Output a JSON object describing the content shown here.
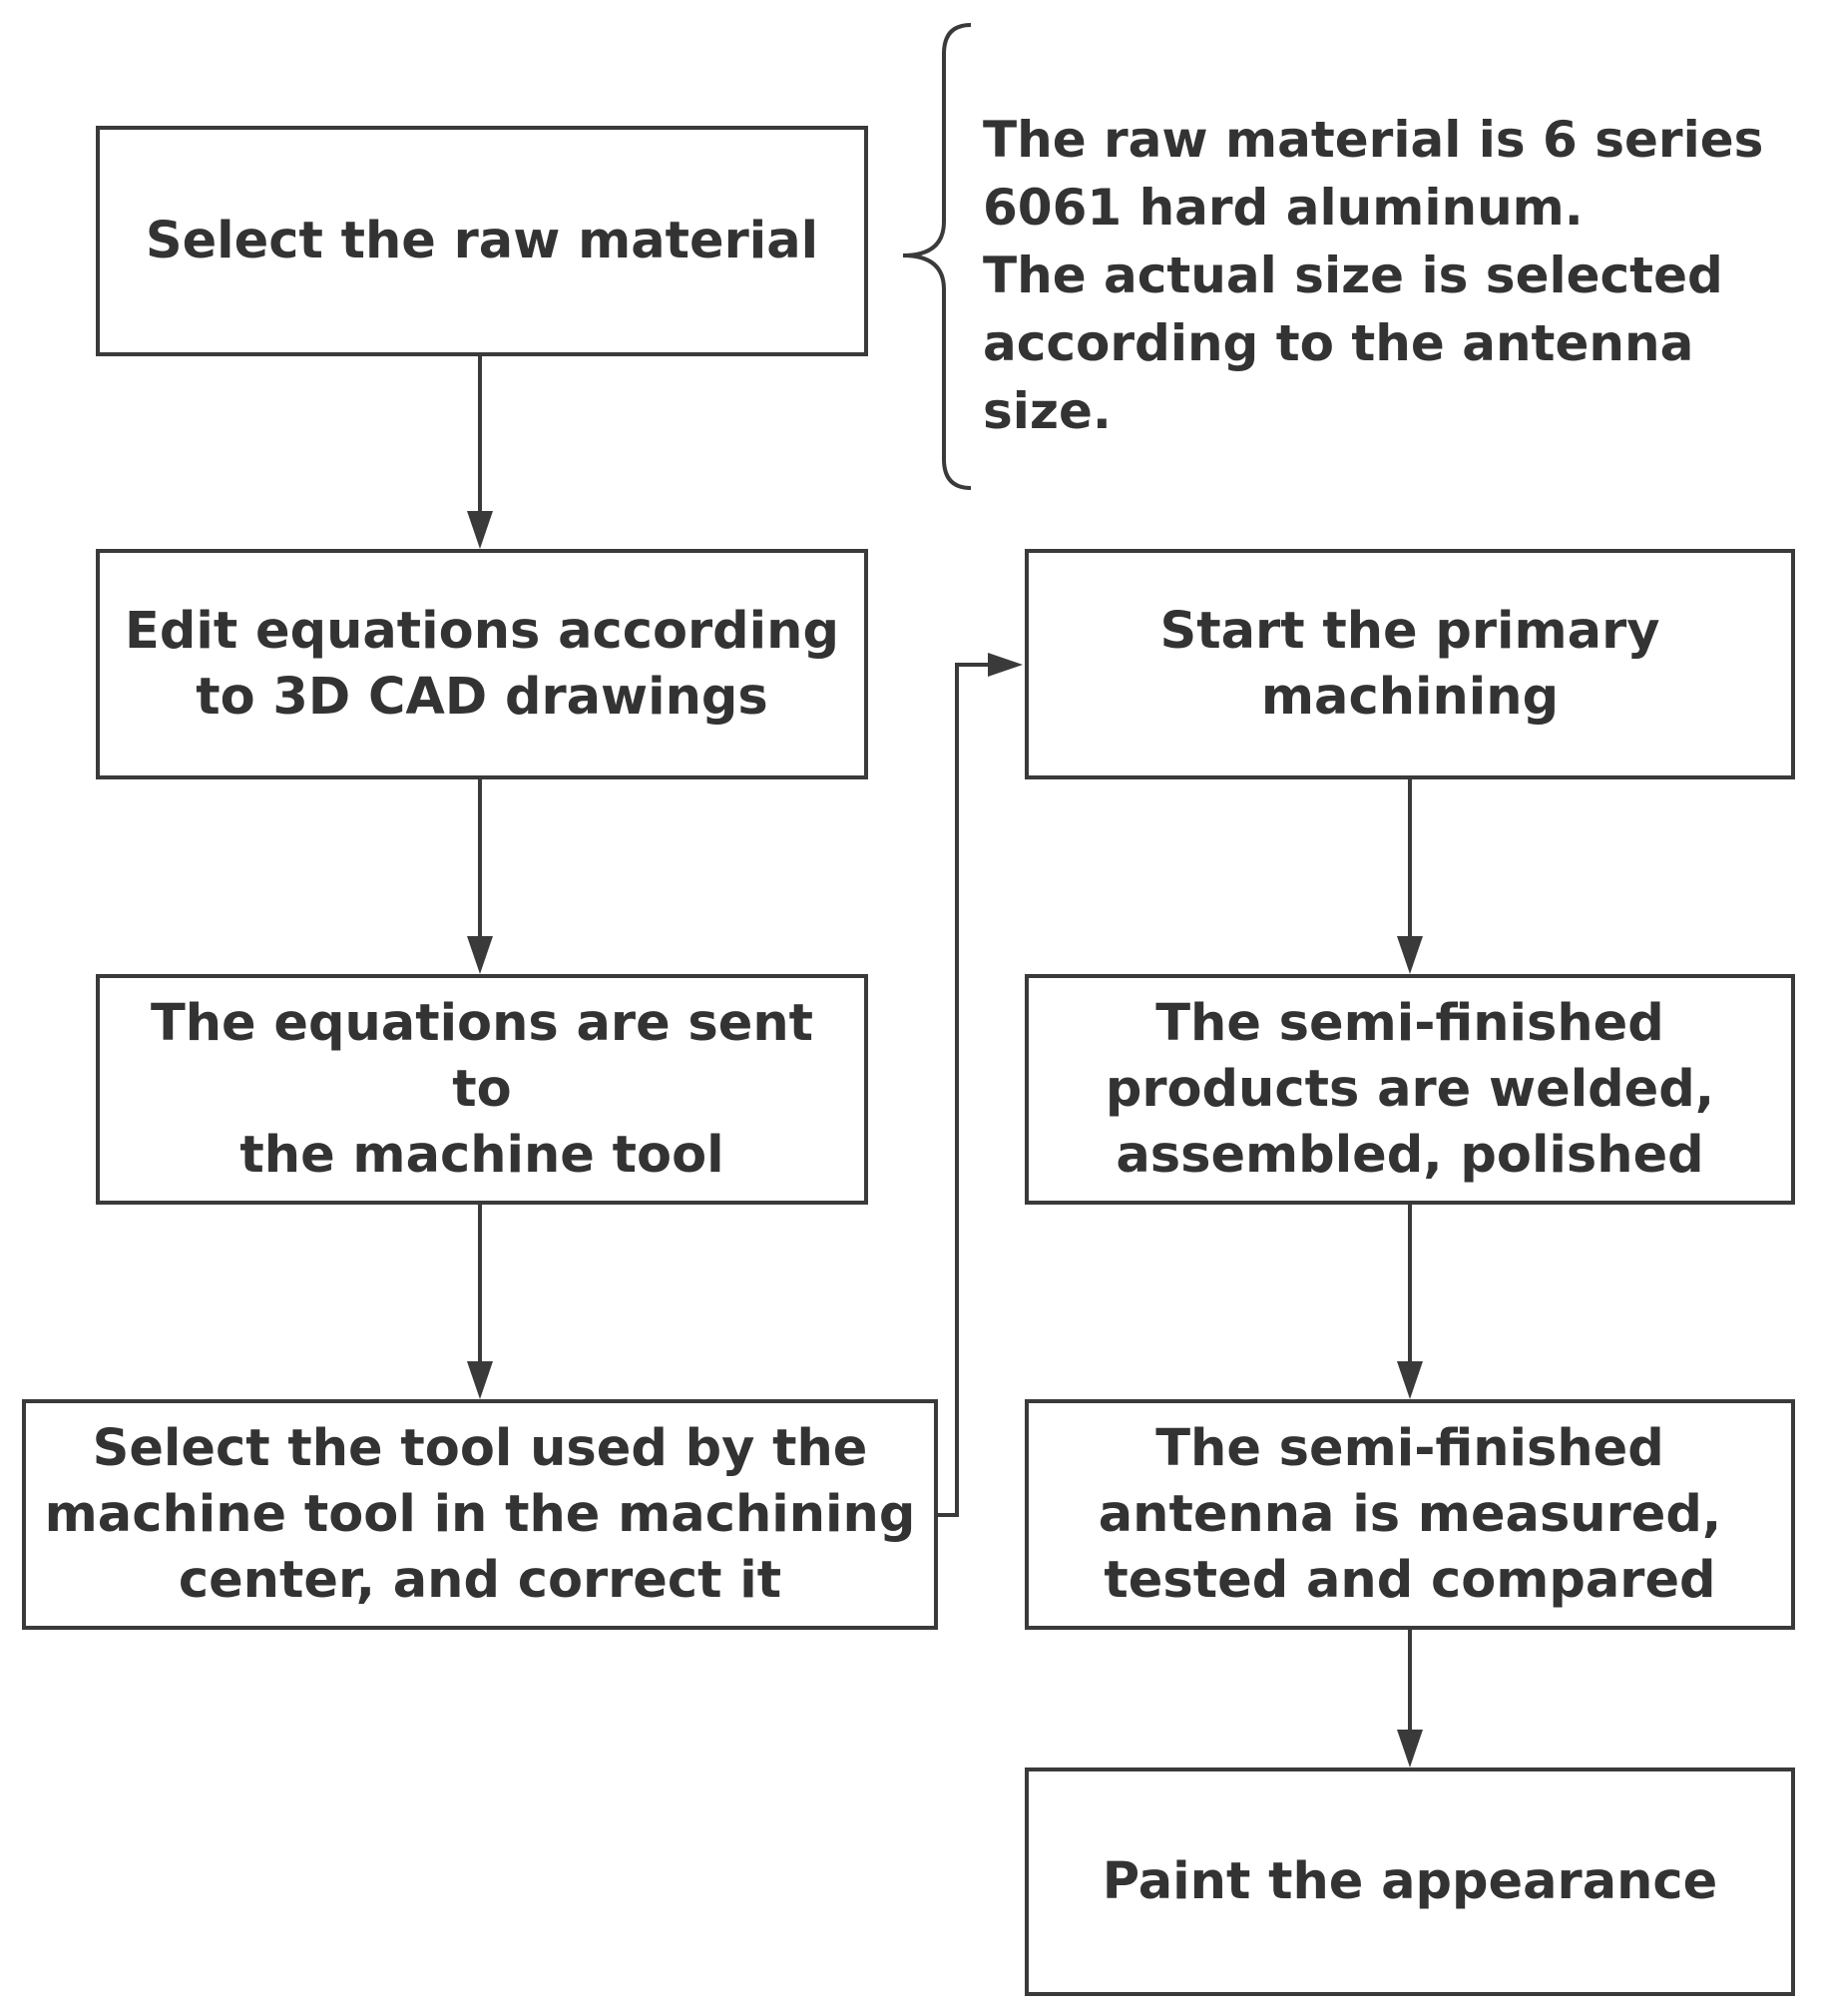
{
  "flowchart": {
    "steps": [
      {
        "id": "select-raw-material",
        "label": "Select the raw material"
      },
      {
        "id": "edit-equations",
        "label": "Edit equations according\nto 3D CAD drawings"
      },
      {
        "id": "equations-sent",
        "label": "The equations are sent to\nthe machine tool"
      },
      {
        "id": "select-tool",
        "label": "Select the tool used by the\nmachine tool in the machining\ncenter, and correct it"
      },
      {
        "id": "primary-machining",
        "label": "Start the primary\nmachining"
      },
      {
        "id": "welded-assembled",
        "label": "The semi-finished\nproducts are welded,\nassembled, polished"
      },
      {
        "id": "measured-tested",
        "label": "The semi-finished\nantenna is measured,\ntested and compared"
      },
      {
        "id": "paint",
        "label": "Paint the appearance"
      }
    ],
    "note": "The raw material is 6 series\n6061 hard aluminum.\nThe actual size is selected\naccording to the antenna size."
  },
  "colors": {
    "line": "#3a3a3a",
    "text": "#333333",
    "background": "#ffffff"
  }
}
